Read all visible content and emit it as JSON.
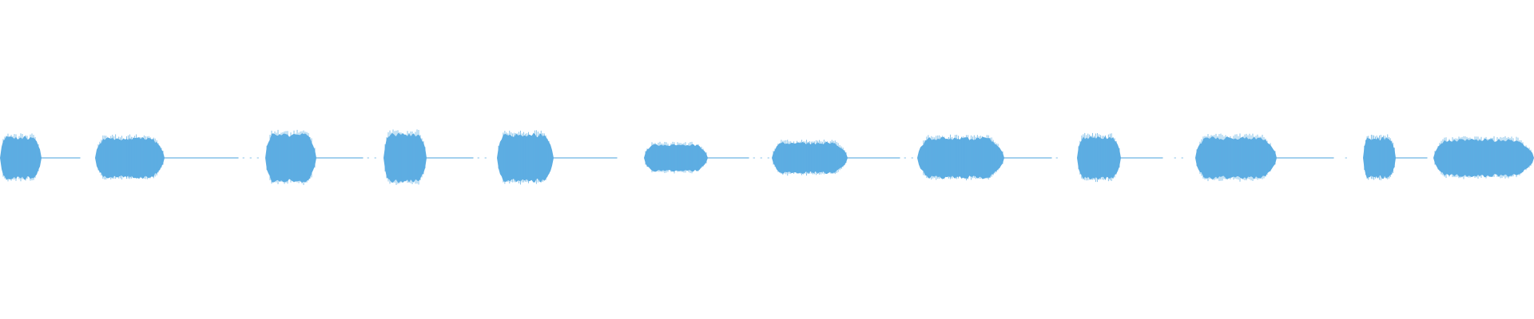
{
  "waveform": {
    "color": "#5dade2",
    "background": "#ffffff",
    "segments": [
      {
        "id": 1,
        "amplitude": 0.65
      },
      {
        "id": 2,
        "amplitude": 0.62
      },
      {
        "id": 3,
        "amplitude": 0.74
      },
      {
        "id": 4,
        "amplitude": 0.75
      },
      {
        "id": 5,
        "amplitude": 0.73
      },
      {
        "id": 6,
        "amplitude": 0.42
      },
      {
        "id": 7,
        "amplitude": 0.48
      },
      {
        "id": 8,
        "amplitude": 0.62
      },
      {
        "id": 9,
        "amplitude": 0.66
      },
      {
        "id": 10,
        "amplitude": 0.64
      },
      {
        "id": 11,
        "amplitude": 0.62
      },
      {
        "id": 12,
        "amplitude": 0.57
      }
    ]
  }
}
